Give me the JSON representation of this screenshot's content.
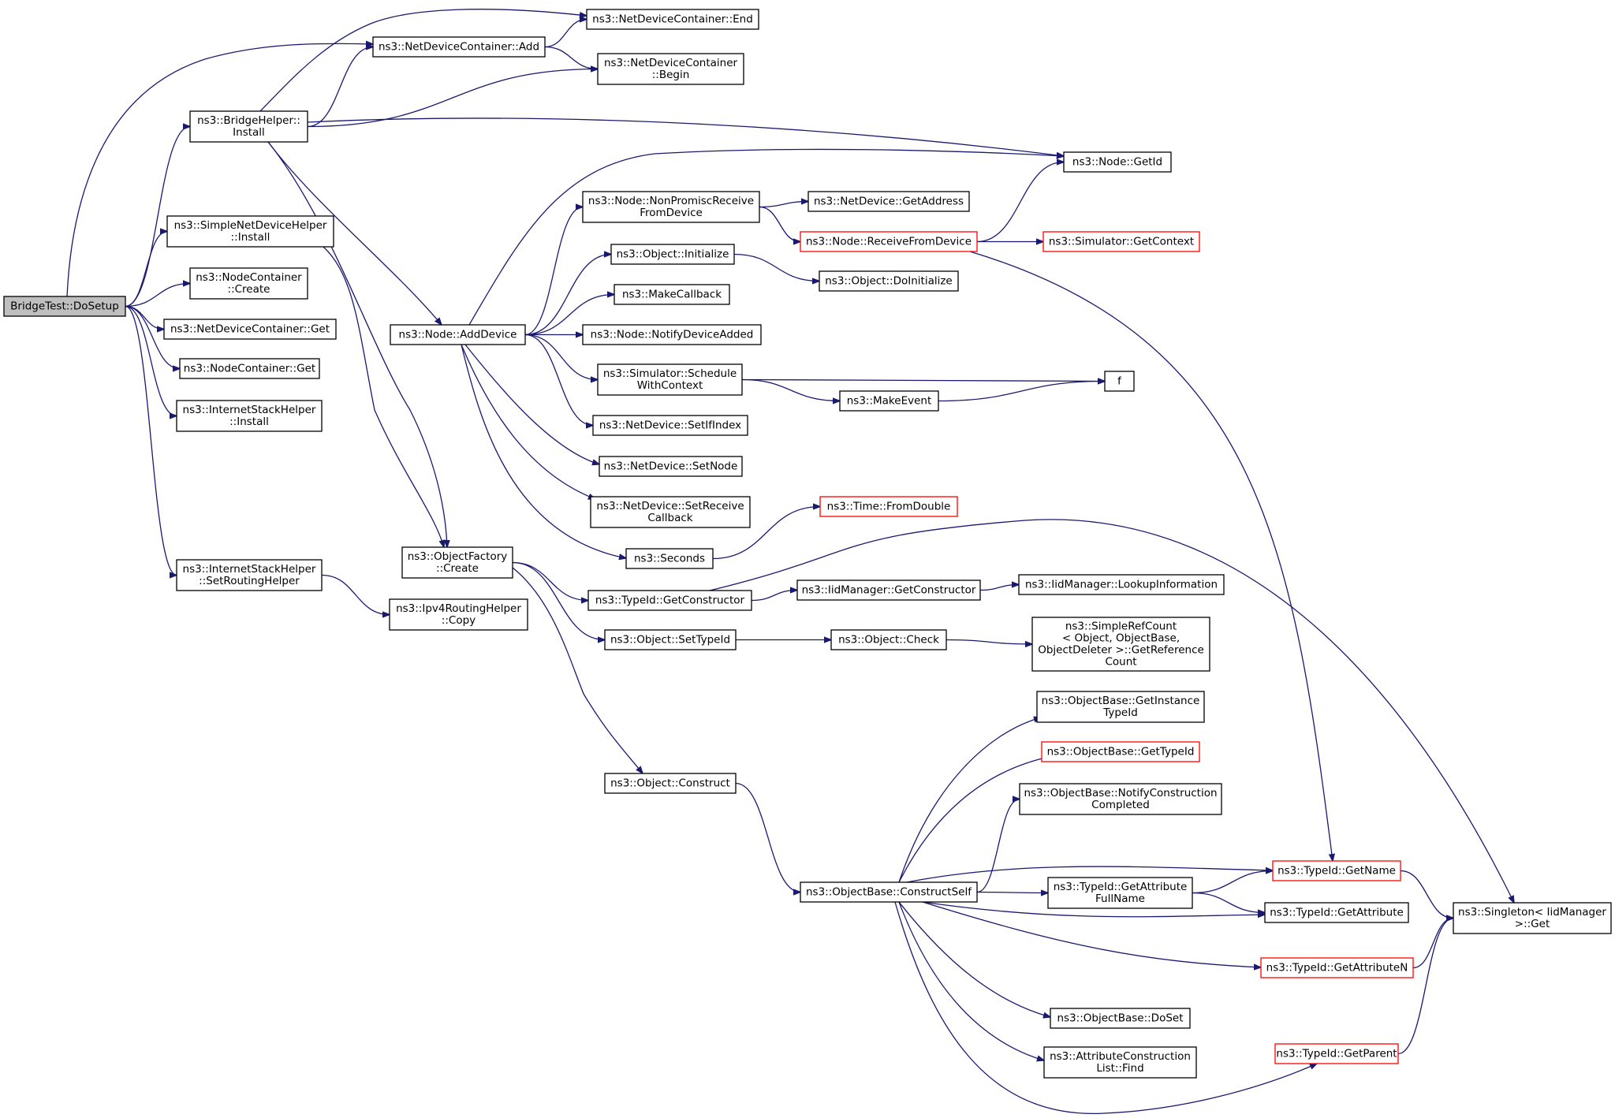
{
  "nodes": [
    {
      "id": "bridgetest_dosetup",
      "lines": [
        "BridgeTest::DoSetup"
      ],
      "style": "root"
    },
    {
      "id": "bridgehelper_install",
      "lines": [
        "ns3::BridgeHelper::",
        "Install"
      ]
    },
    {
      "id": "simplenetdevicehelper_install",
      "lines": [
        "ns3::SimpleNetDeviceHelper",
        "::Install"
      ]
    },
    {
      "id": "nodecontainer_create",
      "lines": [
        "ns3::NodeContainer",
        "::Create"
      ]
    },
    {
      "id": "netdevicecontainer_get",
      "lines": [
        "ns3::NetDeviceContainer::Get"
      ]
    },
    {
      "id": "nodecontainer_get",
      "lines": [
        "ns3::NodeContainer::Get"
      ]
    },
    {
      "id": "internetstackhelper_install",
      "lines": [
        "ns3::InternetStackHelper",
        "::Install"
      ]
    },
    {
      "id": "internetstackhelper_setroutinghelper",
      "lines": [
        "ns3::InternetStackHelper",
        "::SetRoutingHelper"
      ]
    },
    {
      "id": "netdevicecontainer_add",
      "lines": [
        "ns3::NetDeviceContainer::Add"
      ]
    },
    {
      "id": "netdevicecontainer_end",
      "lines": [
        "ns3::NetDeviceContainer::End"
      ]
    },
    {
      "id": "netdevicecontainer_begin",
      "lines": [
        "ns3::NetDeviceContainer",
        "::Begin"
      ]
    },
    {
      "id": "node_adddevice",
      "lines": [
        "ns3::Node::AddDevice"
      ]
    },
    {
      "id": "objectfactory_create",
      "lines": [
        "ns3::ObjectFactory",
        "::Create"
      ]
    },
    {
      "id": "ipv4routinghelper_copy",
      "lines": [
        "ns3::Ipv4RoutingHelper",
        "::Copy"
      ]
    },
    {
      "id": "node_getid",
      "lines": [
        "ns3::Node::GetId"
      ]
    },
    {
      "id": "node_nonpromiscreceivefromdevice",
      "lines": [
        "ns3::Node::NonPromiscReceive",
        "FromDevice"
      ]
    },
    {
      "id": "object_initialize",
      "lines": [
        "ns3::Object::Initialize"
      ]
    },
    {
      "id": "makecallback",
      "lines": [
        "ns3::MakeCallback"
      ]
    },
    {
      "id": "node_notifydeviceadded",
      "lines": [
        "ns3::Node::NotifyDeviceAdded"
      ]
    },
    {
      "id": "simulator_schedulewithcontext",
      "lines": [
        "ns3::Simulator::Schedule",
        "WithContext"
      ]
    },
    {
      "id": "netdevice_setifindex",
      "lines": [
        "ns3::NetDevice::SetIfIndex"
      ]
    },
    {
      "id": "netdevice_setnode",
      "lines": [
        "ns3::NetDevice::SetNode"
      ]
    },
    {
      "id": "netdevice_setreceivecallback",
      "lines": [
        "ns3::NetDevice::SetReceive",
        "Callback"
      ]
    },
    {
      "id": "seconds",
      "lines": [
        "ns3::Seconds"
      ]
    },
    {
      "id": "typeid_getconstructor",
      "lines": [
        "ns3::TypeId::GetConstructor"
      ]
    },
    {
      "id": "object_settypeid",
      "lines": [
        "ns3::Object::SetTypeId"
      ]
    },
    {
      "id": "object_construct",
      "lines": [
        "ns3::Object::Construct"
      ]
    },
    {
      "id": "netdevice_getaddress",
      "lines": [
        "ns3::NetDevice::GetAddress"
      ]
    },
    {
      "id": "node_receivefromdevice",
      "lines": [
        "ns3::Node::ReceiveFromDevice"
      ],
      "style": "red"
    },
    {
      "id": "object_doinitialize",
      "lines": [
        "ns3::Object::DoInitialize"
      ]
    },
    {
      "id": "makeevent",
      "lines": [
        "ns3::MakeEvent"
      ]
    },
    {
      "id": "time_fromdouble",
      "lines": [
        "ns3::Time::FromDouble"
      ],
      "style": "red"
    },
    {
      "id": "iidmanager_getconstructor",
      "lines": [
        "ns3::IidManager::GetConstructor"
      ]
    },
    {
      "id": "object_check",
      "lines": [
        "ns3::Object::Check"
      ]
    },
    {
      "id": "objectbase_constructself",
      "lines": [
        "ns3::ObjectBase::ConstructSelf"
      ]
    },
    {
      "id": "simulator_getcontext",
      "lines": [
        "ns3::Simulator::GetContext"
      ],
      "style": "red"
    },
    {
      "id": "f",
      "lines": [
        "f"
      ]
    },
    {
      "id": "iidmanager_lookupinformation",
      "lines": [
        "ns3::IidManager::LookupInformation"
      ]
    },
    {
      "id": "simplerefcount_getreferencecount",
      "lines": [
        "ns3::SimpleRefCount",
        "< Object, ObjectBase,",
        "ObjectDeleter >::GetReference",
        "Count"
      ]
    },
    {
      "id": "objectbase_getinstancetypeid",
      "lines": [
        "ns3::ObjectBase::GetInstance",
        "TypeId"
      ]
    },
    {
      "id": "objectbase_gettypeid",
      "lines": [
        "ns3::ObjectBase::GetTypeId"
      ],
      "style": "red"
    },
    {
      "id": "objectbase_notifyconstructioncompleted",
      "lines": [
        "ns3::ObjectBase::NotifyConstruction",
        "Completed"
      ]
    },
    {
      "id": "typeid_getattributefullname",
      "lines": [
        "ns3::TypeId::GetAttribute",
        "FullName"
      ]
    },
    {
      "id": "objectbase_doset",
      "lines": [
        "ns3::ObjectBase::DoSet"
      ]
    },
    {
      "id": "attributeconstructionlist_find",
      "lines": [
        "ns3::AttributeConstruction",
        "List::Find"
      ]
    },
    {
      "id": "typeid_getname",
      "lines": [
        "ns3::TypeId::GetName"
      ],
      "style": "red"
    },
    {
      "id": "typeid_getattribute",
      "lines": [
        "ns3::TypeId::GetAttribute"
      ]
    },
    {
      "id": "typeid_getattributen",
      "lines": [
        "ns3::TypeId::GetAttributeN"
      ],
      "style": "red"
    },
    {
      "id": "typeid_getparent",
      "lines": [
        "ns3::TypeId::GetParent"
      ],
      "style": "red"
    },
    {
      "id": "singleton_iidmanager_get",
      "lines": [
        "ns3::Singleton< IidManager",
        ">::Get"
      ]
    }
  ],
  "edges": [
    [
      "bridgetest_dosetup",
      "netdevicecontainer_add"
    ],
    [
      "bridgetest_dosetup",
      "bridgehelper_install"
    ],
    [
      "bridgetest_dosetup",
      "simplenetdevicehelper_install"
    ],
    [
      "bridgetest_dosetup",
      "nodecontainer_create"
    ],
    [
      "bridgetest_dosetup",
      "netdevicecontainer_get"
    ],
    [
      "bridgetest_dosetup",
      "nodecontainer_get"
    ],
    [
      "bridgetest_dosetup",
      "internetstackhelper_install"
    ],
    [
      "bridgetest_dosetup",
      "internetstackhelper_setroutinghelper"
    ],
    [
      "bridgehelper_install",
      "netdevicecontainer_add"
    ],
    [
      "bridgehelper_install",
      "netdevicecontainer_end"
    ],
    [
      "bridgehelper_install",
      "netdevicecontainer_begin"
    ],
    [
      "bridgehelper_install",
      "node_getid"
    ],
    [
      "bridgehelper_install",
      "node_adddevice"
    ],
    [
      "bridgehelper_install",
      "objectfactory_create"
    ],
    [
      "simplenetdevicehelper_install",
      "objectfactory_create"
    ],
    [
      "internetstackhelper_setroutinghelper",
      "ipv4routinghelper_copy"
    ],
    [
      "netdevicecontainer_add",
      "netdevicecontainer_end"
    ],
    [
      "netdevicecontainer_add",
      "netdevicecontainer_begin"
    ],
    [
      "node_adddevice",
      "node_getid"
    ],
    [
      "node_adddevice",
      "node_nonpromiscreceivefromdevice"
    ],
    [
      "node_adddevice",
      "object_initialize"
    ],
    [
      "node_adddevice",
      "makecallback"
    ],
    [
      "node_adddevice",
      "node_notifydeviceadded"
    ],
    [
      "node_adddevice",
      "simulator_schedulewithcontext"
    ],
    [
      "node_adddevice",
      "netdevice_setifindex"
    ],
    [
      "node_adddevice",
      "netdevice_setnode"
    ],
    [
      "node_adddevice",
      "netdevice_setreceivecallback"
    ],
    [
      "node_adddevice",
      "seconds"
    ],
    [
      "node_nonpromiscreceivefromdevice",
      "netdevice_getaddress"
    ],
    [
      "node_nonpromiscreceivefromdevice",
      "node_receivefromdevice"
    ],
    [
      "node_receivefromdevice",
      "node_getid"
    ],
    [
      "node_receivefromdevice",
      "simulator_getcontext"
    ],
    [
      "node_receivefromdevice",
      "typeid_getname"
    ],
    [
      "object_initialize",
      "object_doinitialize"
    ],
    [
      "simulator_schedulewithcontext",
      "f"
    ],
    [
      "simulator_schedulewithcontext",
      "makeevent"
    ],
    [
      "makeevent",
      "f"
    ],
    [
      "seconds",
      "time_fromdouble"
    ],
    [
      "objectfactory_create",
      "typeid_getconstructor"
    ],
    [
      "objectfactory_create",
      "object_settypeid"
    ],
    [
      "objectfactory_create",
      "object_construct"
    ],
    [
      "typeid_getconstructor",
      "iidmanager_getconstructor"
    ],
    [
      "typeid_getconstructor",
      "singleton_iidmanager_get"
    ],
    [
      "iidmanager_getconstructor",
      "iidmanager_lookupinformation"
    ],
    [
      "object_settypeid",
      "object_check"
    ],
    [
      "object_check",
      "simplerefcount_getreferencecount"
    ],
    [
      "object_construct",
      "objectbase_constructself"
    ],
    [
      "objectbase_constructself",
      "objectbase_getinstancetypeid"
    ],
    [
      "objectbase_constructself",
      "objectbase_gettypeid"
    ],
    [
      "objectbase_constructself",
      "objectbase_notifyconstructioncompleted"
    ],
    [
      "objectbase_constructself",
      "typeid_getname"
    ],
    [
      "objectbase_constructself",
      "typeid_getattributefullname"
    ],
    [
      "objectbase_constructself",
      "typeid_getattribute"
    ],
    [
      "objectbase_constructself",
      "typeid_getattributen"
    ],
    [
      "objectbase_constructself",
      "objectbase_doset"
    ],
    [
      "objectbase_constructself",
      "attributeconstructionlist_find"
    ],
    [
      "objectbase_constructself",
      "typeid_getparent"
    ],
    [
      "typeid_getattributefullname",
      "typeid_getname"
    ],
    [
      "typeid_getattributefullname",
      "typeid_getattribute"
    ],
    [
      "typeid_getname",
      "singleton_iidmanager_get"
    ],
    [
      "typeid_getattributen",
      "singleton_iidmanager_get"
    ],
    [
      "typeid_getparent",
      "singleton_iidmanager_get"
    ]
  ]
}
